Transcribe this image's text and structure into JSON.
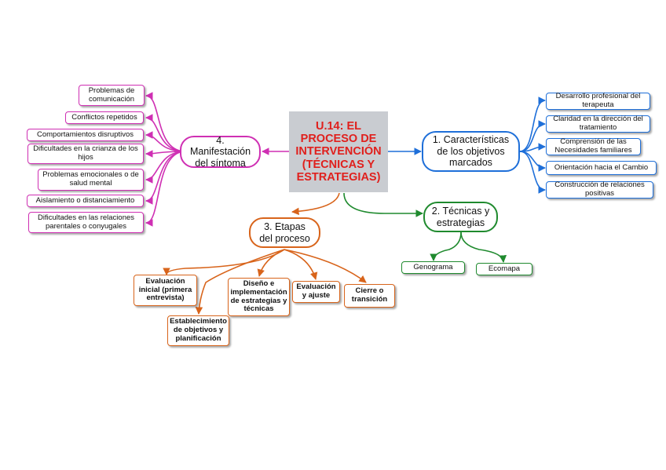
{
  "center": {
    "title": "U.14: EL PROCESO DE INTERVENCIÓN (TÉCNICAS Y ESTRATEGIAS)"
  },
  "branch1": {
    "label": "1. Características de los objetivos marcados",
    "color": "#1e6fd9",
    "items": [
      "Desarrollo profesional del terapeuta",
      "Claridad en la dirección del tratamiento",
      "Comprensión de las Necesidades familiares",
      "Orientación hacia el Cambio",
      "Construcción de relaciones positivas"
    ]
  },
  "branch2": {
    "label": "2. Técnicas y estrategias",
    "color": "#1f8a2e",
    "items": [
      "Genograma",
      "Ecomapa"
    ]
  },
  "branch3": {
    "label": "3. Etapas del proceso",
    "color": "#d8641b",
    "items": [
      "Evaluación inicial (primera entrevista)",
      "Establecimiento de objetivos y planificación",
      "Diseño e implementación de estrategias y técnicas",
      "Evaluación y ajuste",
      "Cierre o transición"
    ]
  },
  "branch4": {
    "label": "4. Manifestación del síntoma",
    "color": "#cf2fb3",
    "items": [
      "Problemas de comunicación",
      "Conflictos repetidos",
      "Comportamientos disruptivos",
      "Dificultades en la crianza de los hijos",
      "Problemas emocionales o de salud mental",
      "Aislamiento o distanciamiento",
      "Dificultades en las relaciones parentales o conyugales"
    ]
  }
}
